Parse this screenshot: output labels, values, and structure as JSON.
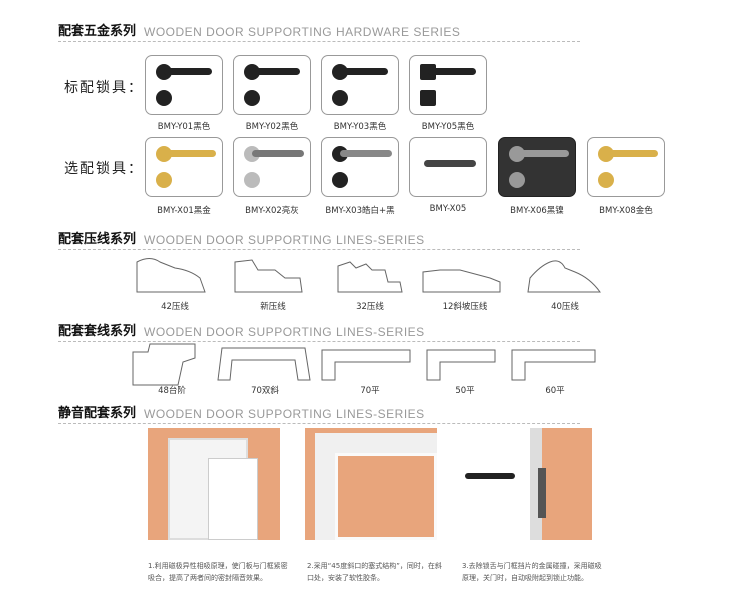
{
  "sections": [
    {
      "cn": "配套五金系列",
      "en": "WOODEN DOOR SUPPORTING HARDWARE SERIES"
    },
    {
      "cn": "配套压线系列",
      "en": "WOODEN DOOR SUPPORTING LINES-SERIES"
    },
    {
      "cn": "配套套线系列",
      "en": "WOODEN DOOR SUPPORTING LINES-SERIES"
    },
    {
      "cn": "静音配套系列",
      "en": "WOODEN DOOR SUPPORTING LINES-SERIES"
    }
  ],
  "standard_label": "标配锁具：",
  "optional_label": "选配锁具：",
  "standard_locks": [
    "BMY-Y01黑色",
    "BMY-Y02黑色",
    "BMY-Y03黑色",
    "BMY-Y05黑色"
  ],
  "optional_locks": [
    "BMY-X01黑金",
    "BMY-X02亮灰",
    "BMY-X03皓白+黑",
    "BMY-X05",
    "BMY-X06黑镍",
    "BMY-X08金色"
  ],
  "press_lines": [
    "42压线",
    "新压线",
    "32压线",
    "12斜坡压线",
    "40压线"
  ],
  "cover_lines": [
    "48台阶",
    "70双斜",
    "70平",
    "50平",
    "60平"
  ],
  "silent": [
    "1.利用磁极异性相吸原理，使门板与门框紧密吸合，提高了两者间的密封隔音效果。",
    "2.采用“45度斜口的塞式结构”，同时，在斜口处，安装了软性胶条。",
    "3.去除锁舌与门框挡片的金属碰撞，采用磁吸原理，关门时，自动吸附起到锁止功能。"
  ],
  "colors": {
    "accent": "#e8a57c",
    "black": "#222222",
    "gold": "#d9b04a"
  }
}
